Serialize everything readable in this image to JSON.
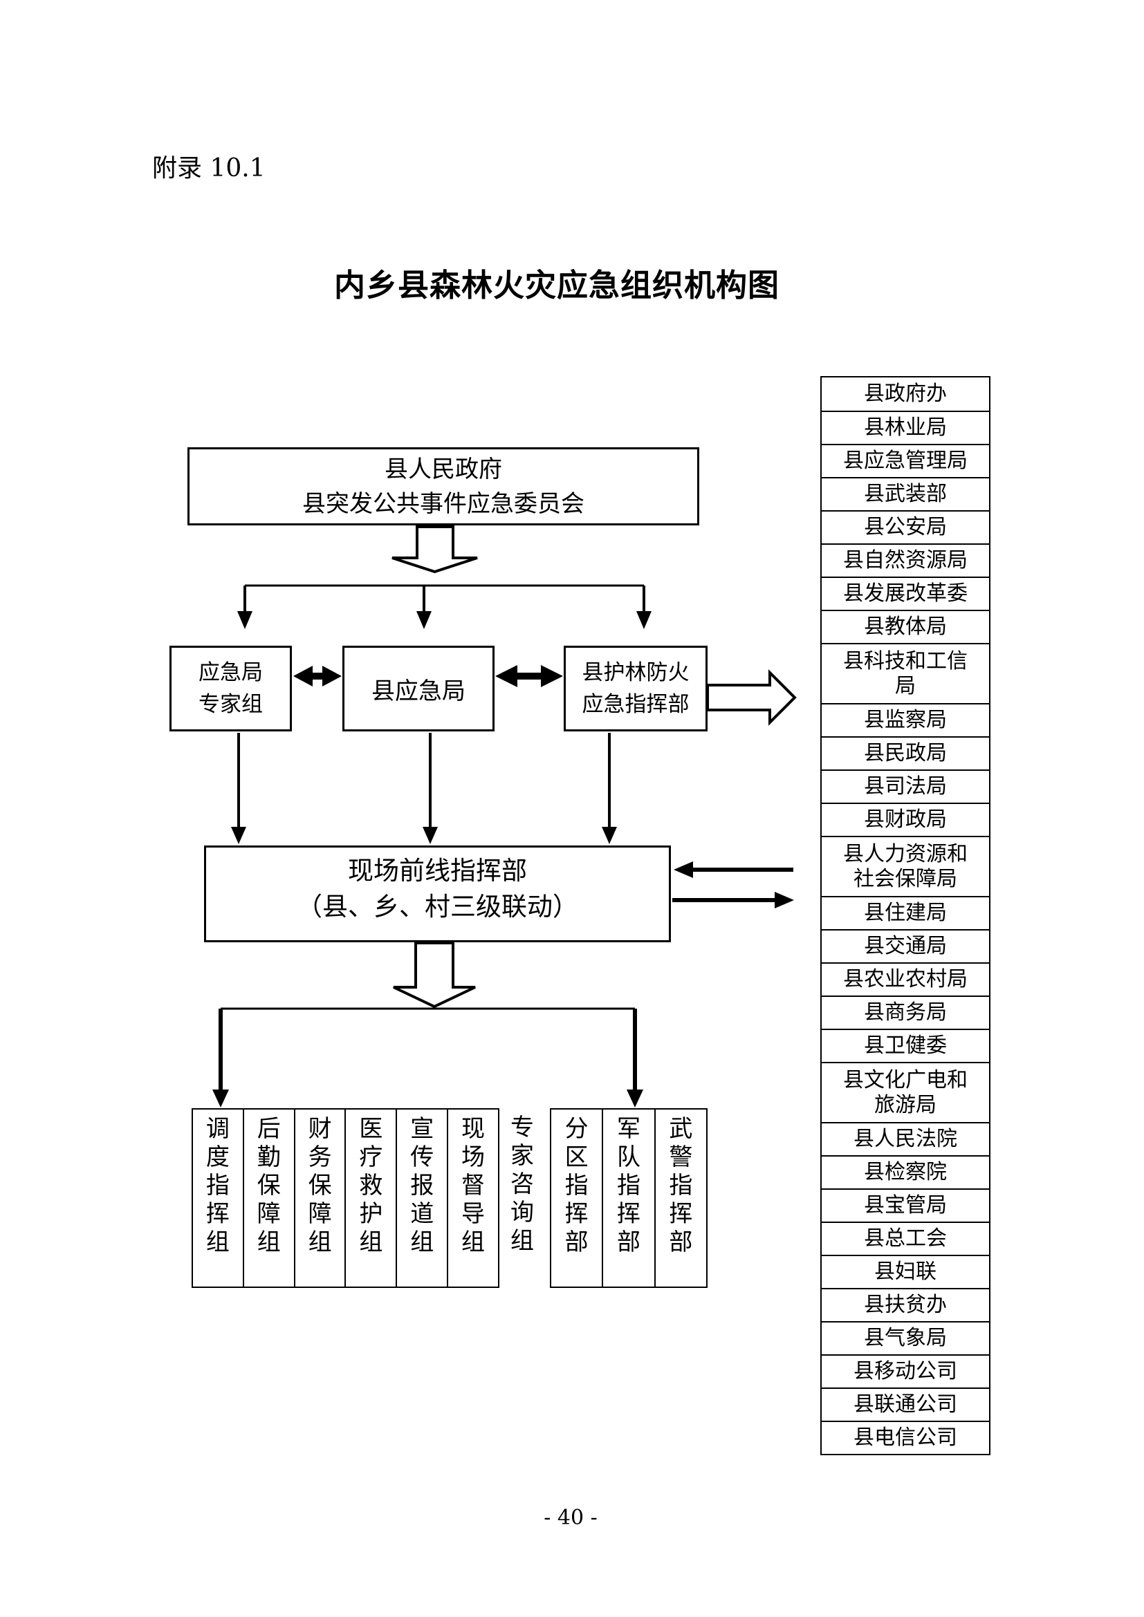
{
  "page": {
    "appendix_label": "附录 10.1",
    "title": "内乡县森林火灾应急组织机构图",
    "page_number": "- 40 -"
  },
  "chart": {
    "top_box": {
      "line1": "县人民政府",
      "line2": "县突发公共事件应急委员会"
    },
    "expert_box": {
      "line1": "应急局",
      "line2": "专家组"
    },
    "bureau_box": {
      "label": "县应急局"
    },
    "forest_box": {
      "line1": "县护林防火",
      "line2": "应急指挥部"
    },
    "hq_box": {
      "line1": "现场前线指挥部",
      "line2": "（县、乡、村三级联动）"
    },
    "bottom_group1": [
      "调度指挥组",
      "后勤保障组",
      "财务保障组",
      "医疗救护组",
      "宣传报道组",
      "现场督导组"
    ],
    "bottom_floating": "专家咨询组",
    "bottom_group2": [
      "分区指挥部",
      "军队指挥部",
      "武警指挥部"
    ],
    "agencies": [
      [
        "县政府办"
      ],
      [
        "县林业局"
      ],
      [
        "县应急管理局"
      ],
      [
        "县武装部"
      ],
      [
        "县公安局"
      ],
      [
        "县自然资源局"
      ],
      [
        "县发展改革委"
      ],
      [
        "县教体局"
      ],
      [
        "县科技和工信",
        "局"
      ],
      [
        "县监察局"
      ],
      [
        "县民政局"
      ],
      [
        "县司法局"
      ],
      [
        "县财政局"
      ],
      [
        "县人力资源和",
        "社会保障局"
      ],
      [
        "县住建局"
      ],
      [
        "县交通局"
      ],
      [
        "县农业农村局"
      ],
      [
        "县商务局"
      ],
      [
        "县卫健委"
      ],
      [
        "县文化广电和",
        "旅游局"
      ],
      [
        "县人民法院"
      ],
      [
        "县检察院"
      ],
      [
        "县宝管局"
      ],
      [
        "县总工会"
      ],
      [
        "县妇联"
      ],
      [
        "县扶贫办"
      ],
      [
        "县气象局"
      ],
      [
        "县移动公司"
      ],
      [
        "县联通公司"
      ],
      [
        "县电信公司"
      ]
    ],
    "line_color": "#000000",
    "box_fill": "#ffffff"
  }
}
